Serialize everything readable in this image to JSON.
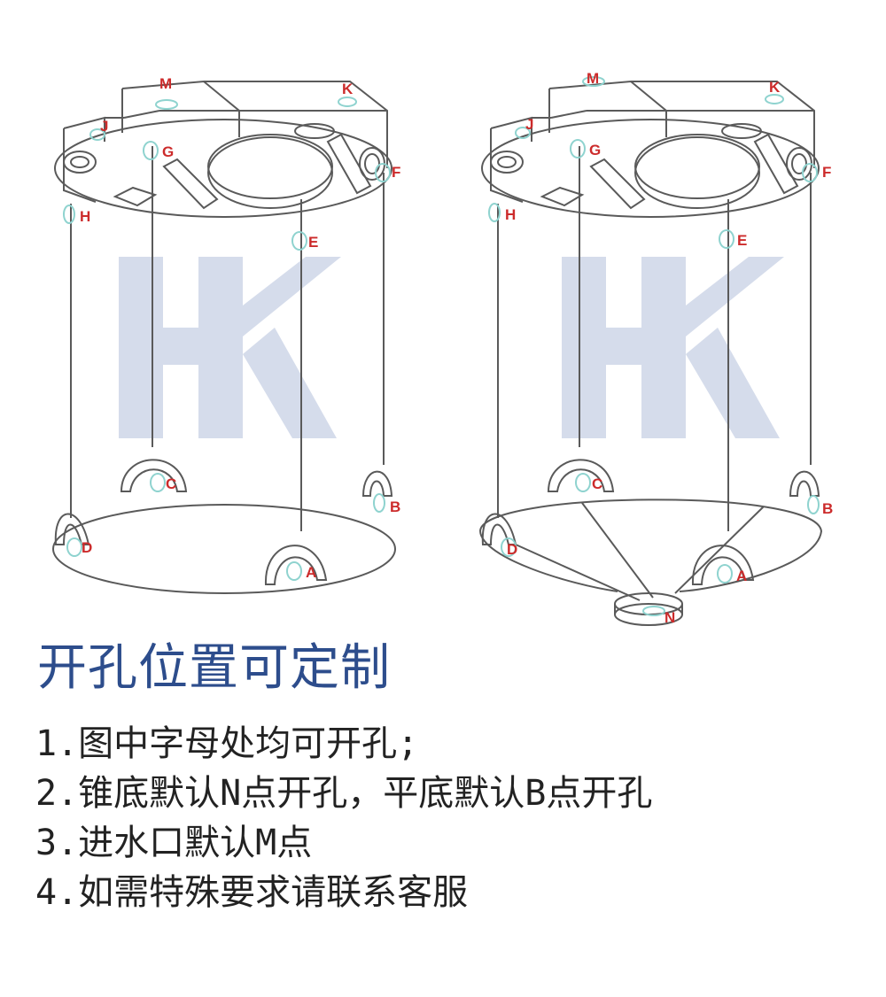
{
  "colors": {
    "line": "#5a5a5a",
    "label": "#cc2b2b",
    "hole": "#8fd3cf",
    "watermark": "#d5dceb",
    "title": "#2d4d8c",
    "text": "#222222"
  },
  "watermark": "HK",
  "tanks": [
    {
      "type": "flat-bottom",
      "labels": {
        "M": "M",
        "K": "K",
        "J": "J",
        "G": "G",
        "F": "F",
        "H": "H",
        "E": "E",
        "C": "C",
        "B": "B",
        "D": "D",
        "A": "A"
      }
    },
    {
      "type": "cone-bottom",
      "labels": {
        "M": "M",
        "K": "K",
        "J": "J",
        "G": "G",
        "F": "F",
        "H": "H",
        "E": "E",
        "C": "C",
        "B": "B",
        "D": "D",
        "A": "A",
        "N": "N"
      }
    }
  ],
  "title": "开孔位置可定制",
  "notes": [
    "1.图中字母处均可开孔;",
    "2.锥底默认N点开孔，平底默认B点开孔",
    "3.进水口默认M点",
    "4.如需特殊要求请联系客服"
  ]
}
